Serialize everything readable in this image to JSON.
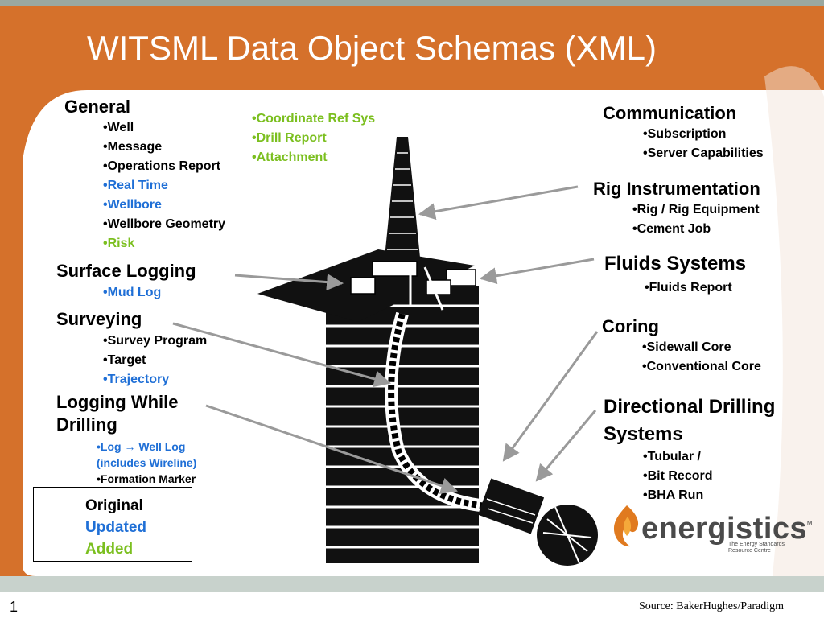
{
  "slide": {
    "title": "WITSML Data Object Schemas (XML)",
    "page_number": "1",
    "source": "Source: BakerHughes/Paradigm"
  },
  "colors": {
    "background_orange": "#d5712b",
    "title_text": "#ffffff",
    "original": "#000000",
    "updated": "#1f6fd6",
    "added": "#7bbf1f"
  },
  "groups": {
    "general": {
      "heading": "General",
      "items": [
        {
          "text": "•Well",
          "status": "original"
        },
        {
          "text": "•Message",
          "status": "original"
        },
        {
          "text": "•Operations Report",
          "status": "original"
        },
        {
          "text": "•Real Time",
          "status": "updated"
        },
        {
          "text": "•Wellbore",
          "status": "updated"
        },
        {
          "text": "•Wellbore Geometry",
          "status": "original"
        },
        {
          "text": "•Risk",
          "status": "added"
        }
      ]
    },
    "extra": {
      "items": [
        {
          "text": "•Coordinate Ref Sys",
          "status": "added"
        },
        {
          "text": "•Drill Report",
          "status": "added"
        },
        {
          "text": "•Attachment",
          "status": "added"
        }
      ]
    },
    "surface_logging": {
      "heading": "Surface Logging",
      "items": [
        {
          "text": "•Mud Log",
          "status": "updated"
        }
      ]
    },
    "surveying": {
      "heading": "Surveying",
      "items": [
        {
          "text": "•Survey Program",
          "status": "original"
        },
        {
          "text": "•Target",
          "status": "original"
        },
        {
          "text": "•Trajectory",
          "status": "updated"
        }
      ]
    },
    "lwd": {
      "heading_line1": "Logging While",
      "heading_line2": "Drilling",
      "log_item": "•Log ",
      "log_arrow": "→",
      "log_item_tail": " Well Log",
      "log_item_note": "(includes Wireline)",
      "formation_marker": "•Formation Marker"
    },
    "communication": {
      "heading": "Communication",
      "items": [
        {
          "text": "•Subscription",
          "status": "original"
        },
        {
          "text": "•Server Capabilities",
          "status": "original"
        }
      ]
    },
    "rig_instrumentation": {
      "heading": "Rig Instrumentation",
      "items": [
        {
          "text": "•Rig / Rig Equipment",
          "status": "original"
        },
        {
          "text": "•Cement Job",
          "status": "original"
        }
      ]
    },
    "fluids_systems": {
      "heading": "Fluids Systems",
      "items": [
        {
          "text": "•Fluids Report",
          "status": "original"
        }
      ]
    },
    "coring": {
      "heading": "Coring",
      "items": [
        {
          "text": "•Sidewall Core",
          "status": "original"
        },
        {
          "text": "•Conventional Core",
          "status": "original"
        }
      ]
    },
    "directional_drilling": {
      "heading_line1": "Directional Drilling",
      "heading_line2": "Systems",
      "items": [
        {
          "text": "•Tubular /",
          "status": "original"
        },
        {
          "text": "•Bit Record",
          "status": "original"
        },
        {
          "text": "•BHA Run",
          "status": "original"
        }
      ]
    }
  },
  "legend": {
    "original": "Original",
    "updated": "Updated",
    "added": "Added"
  },
  "logo": {
    "name": "energistics",
    "tm": "TM",
    "tagline_line1": "The Energy Standards",
    "tagline_line2": "Resource Centre"
  }
}
